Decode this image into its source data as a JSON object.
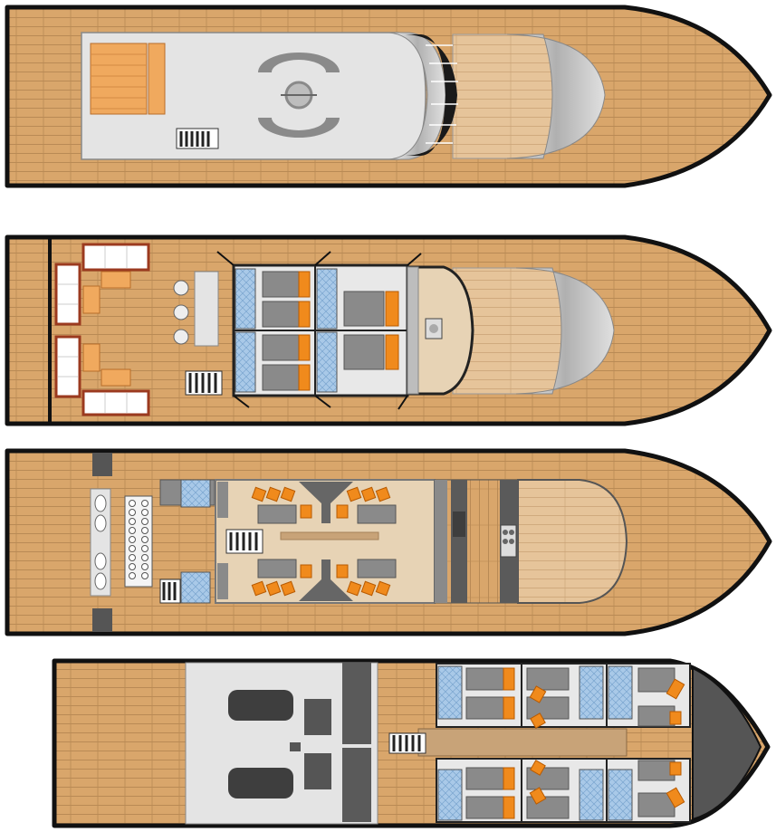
{
  "image": {
    "kind": "yacht deck plans",
    "decks": [
      {
        "id": "sun-deck"
      },
      {
        "id": "upper-deck"
      },
      {
        "id": "main-deck"
      },
      {
        "id": "lower-deck"
      }
    ]
  },
  "colors": {
    "background": "#ffffff",
    "hull_outline": "#111111",
    "deck_wood": "#d9a66b",
    "deck_wood_lines": "#b98a55",
    "deck_wood_light": "#e8c79e",
    "structure_light": "#e4e4e4",
    "structure_mid": "#b4b4b4",
    "structure_dark": "#5a5a5a",
    "furniture_gray": "#8a8a8a",
    "cushion_orange": "#f08a1c",
    "bathroom_blue": "#a9c9e8",
    "sofa_border": "#9b3a1f",
    "bow_dark": "#555555"
  }
}
